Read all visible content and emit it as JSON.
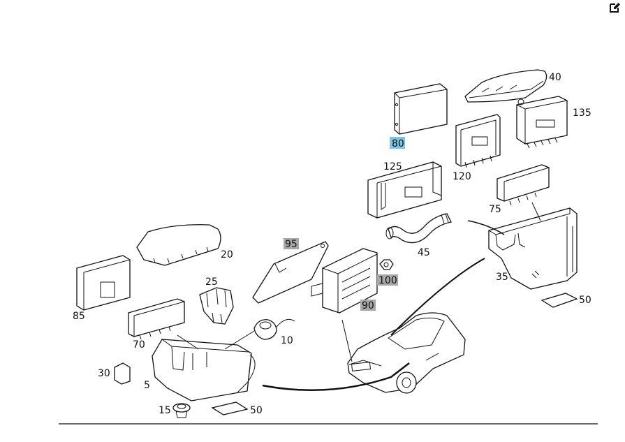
{
  "callouts": {
    "c5": "5",
    "c10": "10",
    "c15": "15",
    "c20": "20",
    "c25": "25",
    "c30": "30",
    "c35": "35",
    "c40": "40",
    "c45": "45",
    "c50a": "50",
    "c50b": "50",
    "c70": "70",
    "c75": "75",
    "c80": "80",
    "c85": "85",
    "c90": "90",
    "c95": "95",
    "c100": "100",
    "c120": "120",
    "c125": "125",
    "c135": "135"
  },
  "highlight_colors": {
    "selected": "#7fc4e0",
    "marked": "#a8a8a8"
  },
  "toolbar": {
    "edit_icon": "edit-icon"
  }
}
